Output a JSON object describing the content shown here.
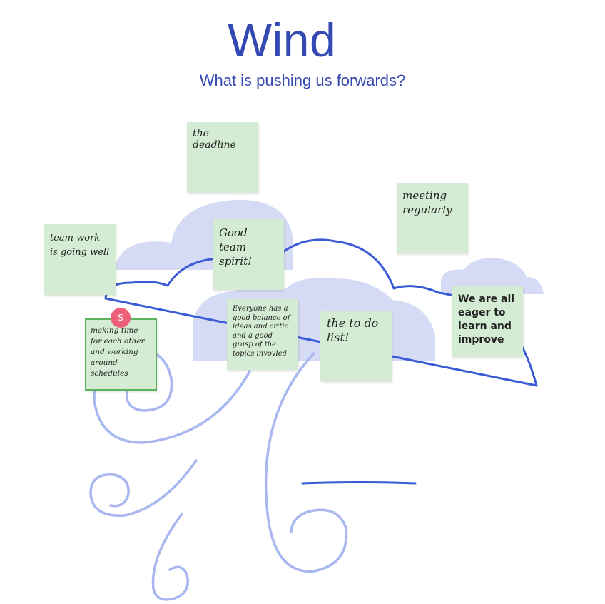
{
  "board": {
    "title": "Wind",
    "subtitle": "What is pushing us forwards?"
  },
  "colors": {
    "accent": "#3549b3",
    "note": "#d3ecd3",
    "cloud_fill": "#d6dbf5",
    "cloud_stroke": "#3a5bd6",
    "wind_stroke": "#9fb0ee",
    "avatar": "#ee5f7a"
  },
  "notes": [
    {
      "text": "the deadline"
    },
    {
      "text": "meeting regularly"
    },
    {
      "text": "team work is going well"
    },
    {
      "text": "Good team spirit!"
    },
    {
      "text": "Everyone has a good balance of ideas and critic and a good grasp of the topics invovled"
    },
    {
      "text": "the to do list!"
    },
    {
      "text": "We are all eager to learn and improve"
    },
    {
      "text": "making time for each other and working around schedules"
    }
  ],
  "collaborator": {
    "initial": "S"
  }
}
